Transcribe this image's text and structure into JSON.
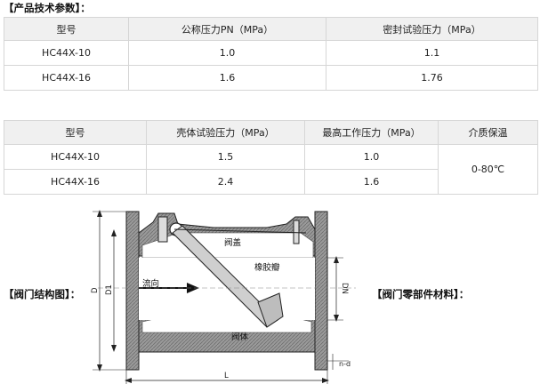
{
  "sections": {
    "tech_params": "【产品技术参数】：",
    "structure": "【阀门结构图】：",
    "materials": "【阀门零部件材料】："
  },
  "table1": {
    "headers": [
      "型号",
      "公称压力PN（MPa）",
      "密封试验压力（MPa）"
    ],
    "rows": [
      [
        "HC44X-10",
        "1.0",
        "1.1"
      ],
      [
        "HC44X-16",
        "1.6",
        "1.76"
      ]
    ]
  },
  "table2": {
    "headers": [
      "型号",
      "壳体试验压力（MPa）",
      "最高工作压力（MPa）",
      "介质保温"
    ],
    "rows": [
      [
        "HC44X-10",
        "1.5",
        "1.0"
      ],
      [
        "HC44X-16",
        "2.4",
        "1.6"
      ]
    ],
    "medium_temp": "0-80℃"
  },
  "diagram": {
    "labels": {
      "cover": "阀盖",
      "rubber_disc": "橡胶瓣",
      "flow": "流向",
      "body": "阀体",
      "d": "D",
      "d1": "D1",
      "dn": "DN",
      "l": "L",
      "nd": "n-d"
    }
  }
}
